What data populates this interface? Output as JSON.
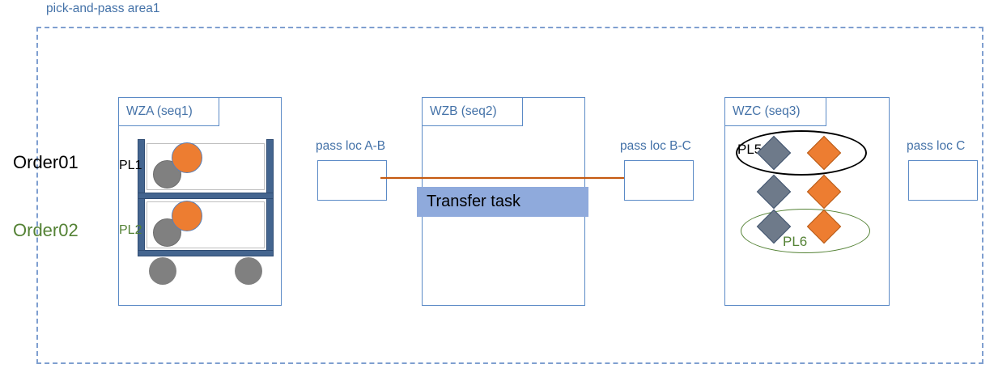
{
  "area": {
    "label": "pick-and-pass area1"
  },
  "orders": [
    {
      "id": "order01",
      "label": "Order01",
      "color": "#000000"
    },
    {
      "id": "order02",
      "label": "Order02",
      "color": "#548235"
    }
  ],
  "work_zones": [
    {
      "id": "wza",
      "tag": "WZA (seq1)"
    },
    {
      "id": "wzb",
      "tag": "WZB (seq2)"
    },
    {
      "id": "wzc",
      "tag": "WZC (seq3)"
    }
  ],
  "pass_locations": [
    {
      "id": "pass-loc-a-b",
      "caption": "pass loc A-B"
    },
    {
      "id": "pass-loc-b-c",
      "caption": "pass loc B-C"
    },
    {
      "id": "pass-loc-c",
      "caption": "pass loc C"
    }
  ],
  "cart": {
    "shelves": [
      {
        "id": "pl1",
        "label": "PL1",
        "color": "#000000",
        "totes": [
          "gray",
          "orange"
        ]
      },
      {
        "id": "pl2",
        "label": "PL2",
        "color": "#548235",
        "totes": [
          "gray",
          "orange"
        ]
      }
    ],
    "wheel_count": 2
  },
  "wzc_grid": {
    "rows": [
      {
        "id": "row-pl5",
        "label": "PL5",
        "label_color": "#000000",
        "highlight": "black-ellipse",
        "items": [
          "gray-diamond",
          "orange-diamond"
        ]
      },
      {
        "id": "row-middle",
        "label": "",
        "label_color": "",
        "highlight": "none",
        "items": [
          "gray-diamond",
          "orange-diamond"
        ]
      },
      {
        "id": "row-pl6",
        "label": "PL6",
        "label_color": "#548235",
        "highlight": "green-ellipse",
        "items": [
          "gray-diamond",
          "orange-diamond"
        ]
      }
    ]
  },
  "transfer": {
    "label": "Transfer task",
    "bar_color": "#8FAADC",
    "arrow_color": "#C55A11",
    "direction": "left-to-right"
  },
  "palette": {
    "blue_line": "#5B8AC6",
    "blue_text": "#4472A8",
    "orange": "#ED7D31",
    "gray": "#808080",
    "diamond_gray": "#6E7A8A",
    "green": "#548235",
    "dashed_border": "#7F9FD0"
  }
}
